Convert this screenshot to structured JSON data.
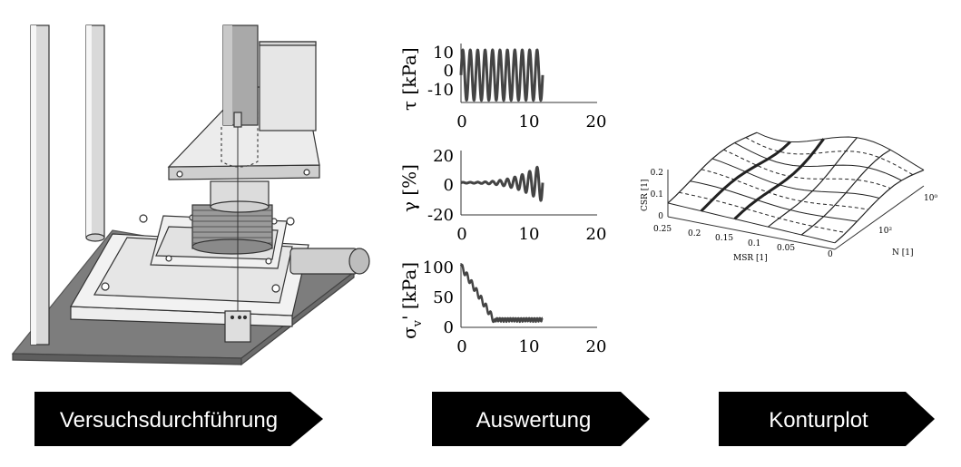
{
  "steps": [
    {
      "label": "Versuchsdurchführung"
    },
    {
      "label": "Auswertung"
    },
    {
      "label": "Konturplot"
    }
  ],
  "colors": {
    "arrow_fill": "#000000",
    "arrow_text": "#ffffff",
    "apparatus_fill": "#eeeeee",
    "line": "#444444"
  },
  "chart_data": [
    {
      "type": "line",
      "ylabel": "τ [kPa]",
      "xticks": [
        "0",
        "10",
        "20"
      ],
      "yticks": [
        "10",
        "0",
        "-10"
      ],
      "xlim": [
        0,
        20
      ],
      "ylim": [
        -13,
        15
      ],
      "series": [
        {
          "x_end": 12,
          "form": "cyclic",
          "amplitude": 12,
          "cycles": 11
        }
      ]
    },
    {
      "type": "line",
      "ylabel": "γ [%]",
      "xticks": [
        "0",
        "10",
        "20"
      ],
      "yticks": [
        "20",
        "0",
        "-20"
      ],
      "xlim": [
        0,
        20
      ],
      "ylim": [
        -22,
        22
      ],
      "series": [
        {
          "x_end": 12,
          "form": "growing",
          "amplitude_start": 0.3,
          "amplitude_end": 13,
          "cycles": 11
        }
      ]
    },
    {
      "type": "line",
      "ylabel": "σv' [kPa]",
      "ylabel_main": "σ",
      "ylabel_sub": "v",
      "ylabel_rest": "' [kPa]",
      "xticks": [
        "0",
        "10",
        "20"
      ],
      "yticks": [
        "100",
        "50",
        "0"
      ],
      "xlim": [
        0,
        20
      ],
      "ylim": [
        0,
        105
      ],
      "series": [
        {
          "x_end": 12,
          "form": "decay",
          "start": 100,
          "settle_x": 5,
          "settle_level": 9
        }
      ]
    },
    {
      "type": "surface",
      "axes": {
        "z": {
          "label": "CSR [1]",
          "ticks": [
            "0.2",
            "0.1",
            "0"
          ]
        },
        "x": {
          "label": "MSR [1]",
          "ticks": [
            "0.25",
            "0.2",
            "0.15",
            "0.1",
            "0.05",
            "0"
          ]
        },
        "n": {
          "label": "N [1]",
          "ticks": [
            "10⁰",
            "10²"
          ]
        }
      }
    }
  ]
}
